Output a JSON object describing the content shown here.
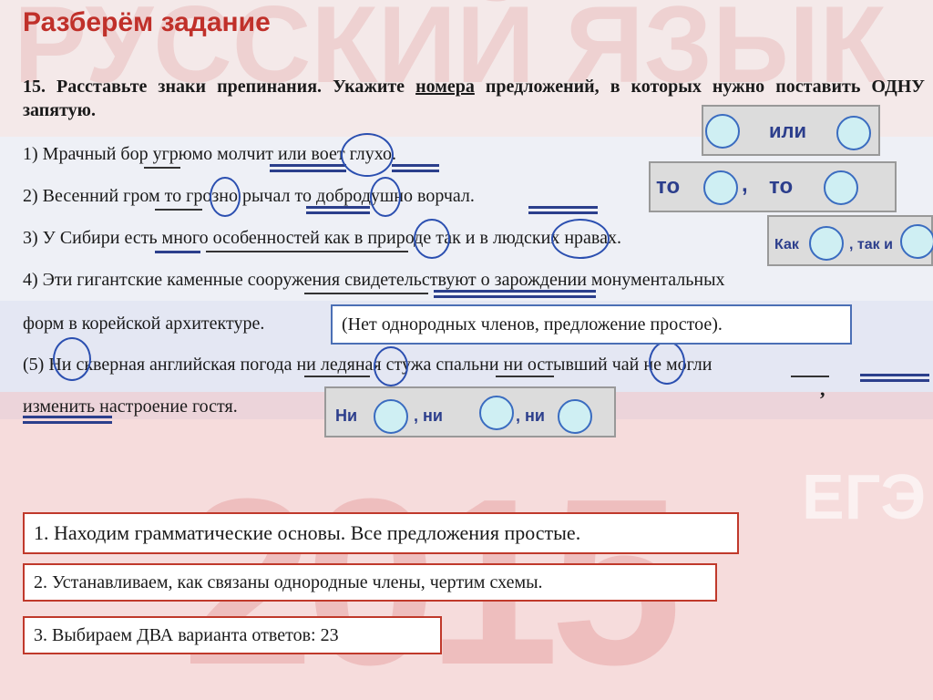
{
  "heading": "Разберём задание",
  "background": {
    "title": "РУССКИЙ ЯЗЫК",
    "year": "2015",
    "eg": "ЕГЭ"
  },
  "task": {
    "lead": "15. Расставьте знаки препинания. Укажите ",
    "underlined": "номера",
    "rest": " предложений, в которых нужно поставить ОДНУ запятую."
  },
  "sentences": {
    "s1": "1) Мрачный бор угрюмо молчит или воет глухо.",
    "s2": "2)  Весенний гром то грозно рычал то добродушно ворчал.",
    "s3": "3) У Сибири  есть много особенностей как в природе так и в людских нравах.",
    "s4a": "4) Эти гигантские каменные сооружения свидетельствуют о зарождении монументальных",
    "s4b": "форм в корейской архитектуре.",
    "s5a": "(5) Ни скверная английская погода ни ледяная стужа спальни ни остывший чай не могли",
    "s5b": "изменить настроение гостя."
  },
  "boxes": {
    "ili": "или",
    "to1": "то",
    "comma": ",",
    "to2": "то",
    "kak": "Как",
    "tak": ", так и",
    "ni1": "Ни",
    "ni2": ",  ни",
    "ni3": ", ни"
  },
  "stray_comma": ",",
  "note": "(Нет однородных членов, предложение простое).",
  "steps": {
    "step1": "1. Находим грамматические основы. Все предложения простые.",
    "step2": "2. Устанавливаем, как связаны однородные члены, чертим схемы.",
    "step3": "3. Выбираем ДВА варианта ответов: 23"
  },
  "colors": {
    "heading": "#c0302a",
    "box_text": "#2c3e8c",
    "step_border": "#c0392b",
    "note_border": "#4b6fb5",
    "bubble_fill": "#cfeff3"
  }
}
